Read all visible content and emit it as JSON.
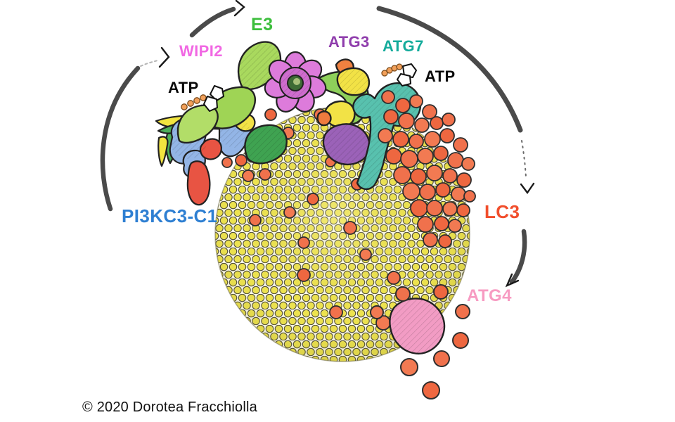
{
  "labels": {
    "e3": {
      "text": "E3",
      "color": "#3CBE3C"
    },
    "wipi2": {
      "text": "WIPI2",
      "color": "#F168E3"
    },
    "atg3": {
      "text": "ATG3",
      "color": "#8F3DAC"
    },
    "atg7": {
      "text": "ATG7",
      "color": "#14AB9B"
    },
    "atp_left": {
      "text": "ATP",
      "color": "#0A0A0A"
    },
    "atp_right": {
      "text": "ATP",
      "color": "#0A0A0A"
    },
    "pi3kc3_c1": {
      "text": "PI3KC3-C1",
      "color": "#2E7FD2"
    },
    "lc3": {
      "text": "LC3",
      "color": "#F14E2C"
    },
    "atg4": {
      "text": "ATG4",
      "color": "#F79BC2"
    }
  },
  "credit": {
    "text": "© 2020 Dorotea Fracchiolla",
    "color": "#111111"
  },
  "palette": {
    "background": "#FFFFFF",
    "lipid_yellow": "#EDE34F",
    "lipid_outline": "#4F4C38",
    "lc3_orange": "#F0714C",
    "atg7_teal": "#58C1AE",
    "atg3_purple": "#9B62B8",
    "wipi2_magenta": "#DD7BDB",
    "e3_green": "#9FD455",
    "pi3kc3_blue": "#93B5E6",
    "red_accent": "#E85443",
    "atg4_pink": "#F29CC4",
    "arrow_ink": "#3B3B3B"
  }
}
